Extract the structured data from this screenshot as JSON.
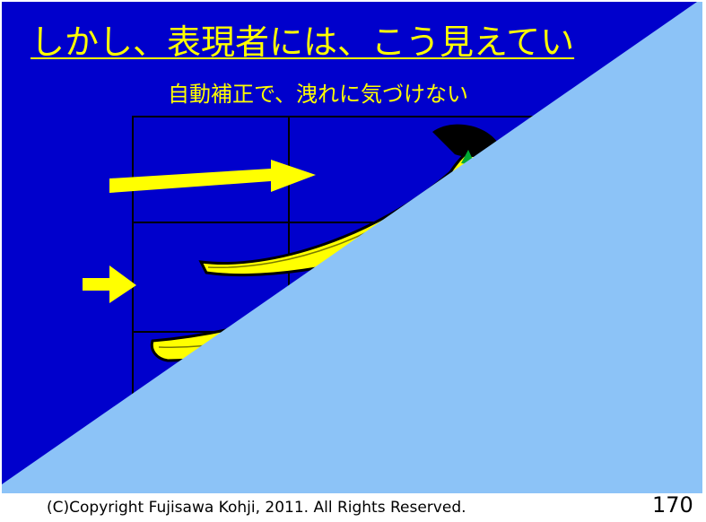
{
  "slide": {
    "title": "しかし、表現者には、こう見えてい",
    "subtitle": "自動補正で、洩れに気づけない",
    "footer": "(C)Copyright Fujisawa Kohji, 2011.  All Rights Reserved.",
    "page_number": "170"
  },
  "colors": {
    "background": "#0000cc",
    "text": "#ffff00",
    "overlay": "#8cc3f7",
    "banana": "#ffff00"
  }
}
